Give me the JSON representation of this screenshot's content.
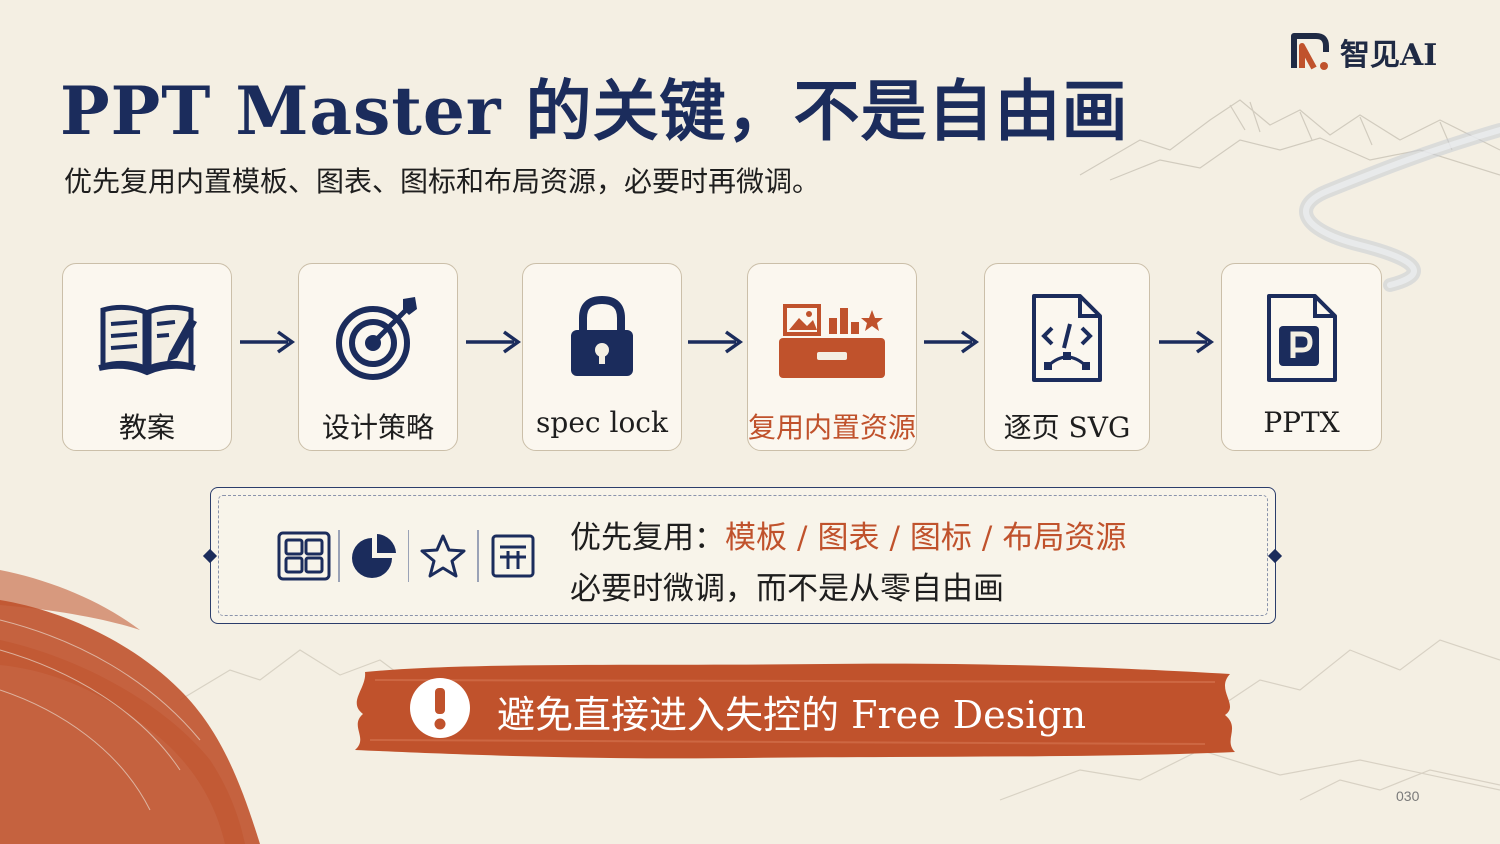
{
  "brand": {
    "name": "智见AI",
    "accent_color": "#c0522c",
    "dark_color": "#1f2a44"
  },
  "title": "PPT Master 的关键，不是自由画",
  "subtitle": "优先复用内置模板、图表、图标和布局资源，必要时再微调。",
  "flow": {
    "steps": [
      {
        "label": "教案",
        "icon": "open-book-pen-icon"
      },
      {
        "label": "设计策略",
        "icon": "target-arrow-icon"
      },
      {
        "label": "spec lock",
        "icon": "padlock-icon"
      },
      {
        "label": "复用内置资源",
        "icon": "resource-box-icon",
        "highlight": true
      },
      {
        "label": "逐页 SVG",
        "icon": "svg-file-icon"
      },
      {
        "label": "PPTX",
        "icon": "pptx-file-icon"
      }
    ],
    "arrow_icon": "arrow-right-icon"
  },
  "info": {
    "icons": [
      "layout-grid-icon",
      "pie-chart-icon",
      "star-icon",
      "layout-resource-icon"
    ],
    "line1_prefix": "优先复用：",
    "line1_items": [
      "模板",
      "图表",
      "图标",
      "布局资源"
    ],
    "separator": "/",
    "line2": "必要时微调，而不是从零自由画"
  },
  "banner": {
    "icon": "exclamation-icon",
    "text": "避免直接进入失控的 Free Design",
    "color": "#c0522c"
  },
  "page_number": "030"
}
